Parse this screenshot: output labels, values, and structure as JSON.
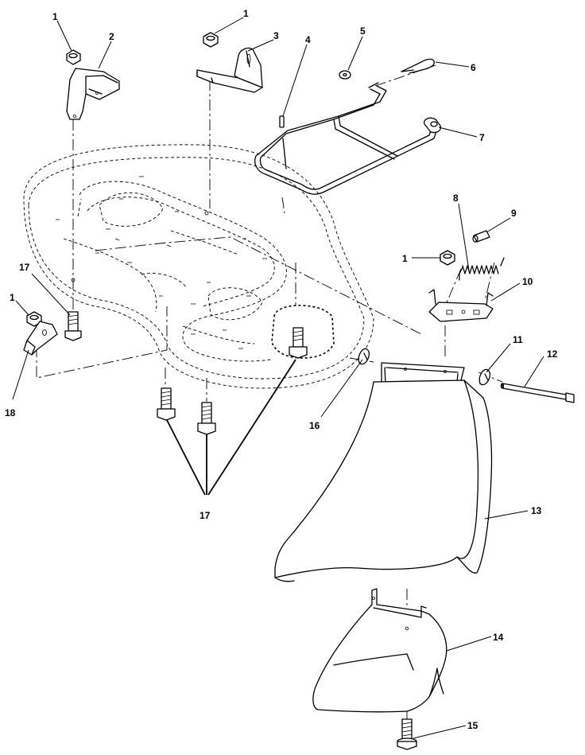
{
  "callouts": [
    {
      "id": "c1a",
      "text": "1"
    },
    {
      "id": "c2",
      "text": "2"
    },
    {
      "id": "c1b",
      "text": "1"
    },
    {
      "id": "c3",
      "text": "3"
    },
    {
      "id": "c4",
      "text": "4"
    },
    {
      "id": "c5",
      "text": "5"
    },
    {
      "id": "c6",
      "text": "6"
    },
    {
      "id": "c7",
      "text": "7"
    },
    {
      "id": "c8",
      "text": "8"
    },
    {
      "id": "c9",
      "text": "9"
    },
    {
      "id": "c1c",
      "text": "1"
    },
    {
      "id": "c10",
      "text": "10"
    },
    {
      "id": "c17a",
      "text": "17"
    },
    {
      "id": "c1d",
      "text": "1"
    },
    {
      "id": "c11",
      "text": "11"
    },
    {
      "id": "c12",
      "text": "12"
    },
    {
      "id": "c16",
      "text": "16"
    },
    {
      "id": "c18",
      "text": "18"
    },
    {
      "id": "c13",
      "text": "13"
    },
    {
      "id": "c17b",
      "text": "17"
    },
    {
      "id": "c14",
      "text": "14"
    },
    {
      "id": "c15",
      "text": "15"
    }
  ]
}
